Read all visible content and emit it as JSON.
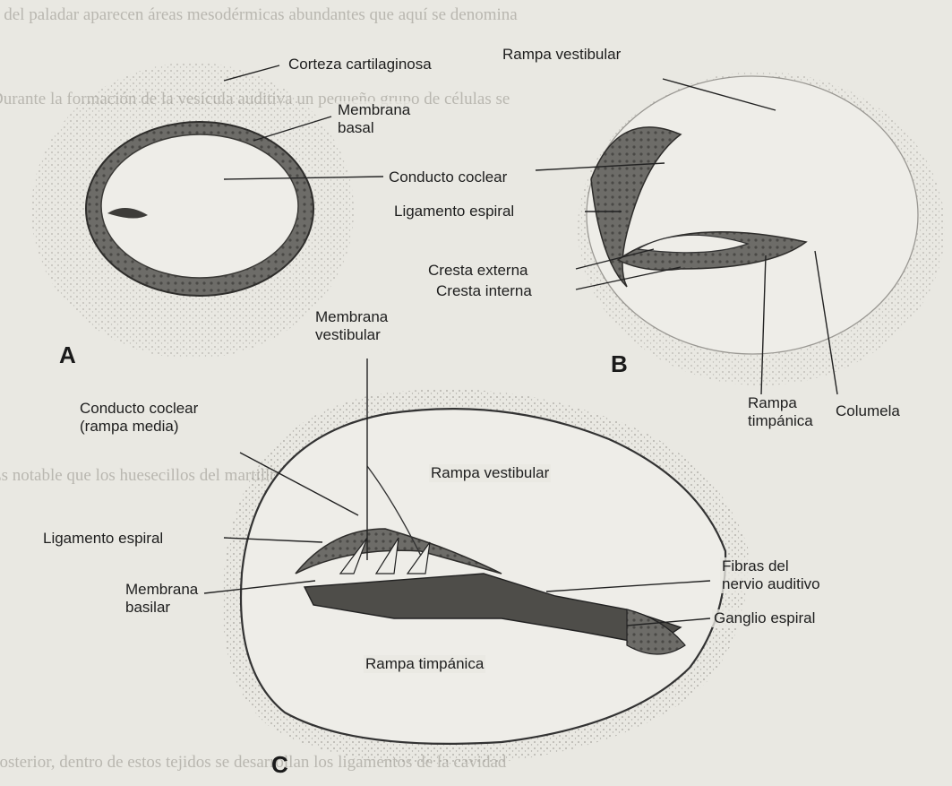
{
  "panels": {
    "a": {
      "letter": "A",
      "labels": {
        "corteza": "Corteza cartilaginosa",
        "membrana_basal": "Membrana\nbasal",
        "conducto_coclear": "Conducto coclear"
      }
    },
    "b": {
      "letter": "B",
      "labels": {
        "rampa_vestibular": "Rampa vestibular",
        "ligamento_espiral": "Ligamento espiral",
        "cresta_externa": "Cresta externa",
        "cresta_interna": "Cresta interna",
        "rampa_timpanica": "Rampa\ntimpánica",
        "columela": "Columela"
      }
    },
    "c": {
      "letter": "C",
      "labels": {
        "membrana_vestibular": "Membrana\nvestibular",
        "conducto_coclear": "Conducto coclear\n(rampa media)",
        "rampa_vestibular": "Rampa vestibular",
        "ligamento_espiral": "Ligamento espiral",
        "membrana_basilar": "Membrana\nbasilar",
        "fibras_nervio": "Fibras del\nnervio auditivo",
        "ganglio_espiral": "Ganglio espiral",
        "rampa_timpanica": "Rampa timpánica"
      }
    }
  },
  "colors": {
    "background": "#e9e8e2",
    "tissue": "#6d6c68",
    "tissue_dark": "#3d3c39",
    "cartilage_dots": "#8e8c86",
    "line": "#222222"
  }
}
